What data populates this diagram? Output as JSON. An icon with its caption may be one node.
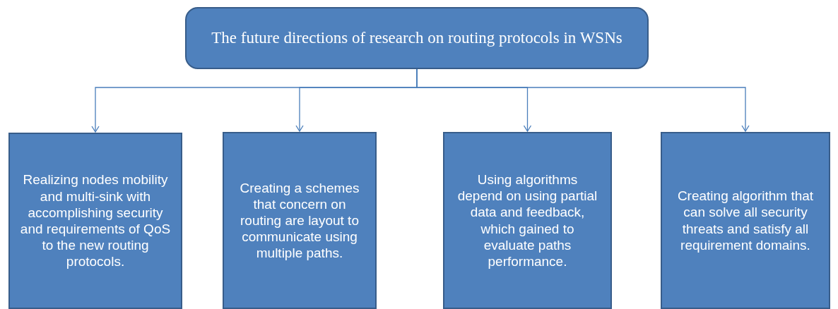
{
  "diagram": {
    "nodes": [
      {
        "text": [
          "The future directions of research on routing protocols in WSNs"
        ]
      },
      {
        "text": [
          "Realizing nodes mobility and multi-sink with accomplishing security and requirements of QoS to the new routing protocols."
        ]
      },
      {
        "text": [
          "Creating a schemes that concern on routing are layout to communicate using multiple paths."
        ]
      },
      {
        "text": [
          "Using algorithms depend on using partial data and feedback, which gained to evaluate paths performance."
        ]
      },
      {
        "text": [
          "Creating algorithm that can solve all security threats and satisfy all requirement domains."
        ]
      }
    ],
    "edges": [
      {
        "from": 0,
        "to": 1,
        "arrow": "to"
      },
      {
        "from": 0,
        "to": 2,
        "arrow": "to"
      },
      {
        "from": 0,
        "to": 3,
        "arrow": "to"
      },
      {
        "from": 0,
        "to": 4,
        "arrow": "to"
      }
    ]
  }
}
